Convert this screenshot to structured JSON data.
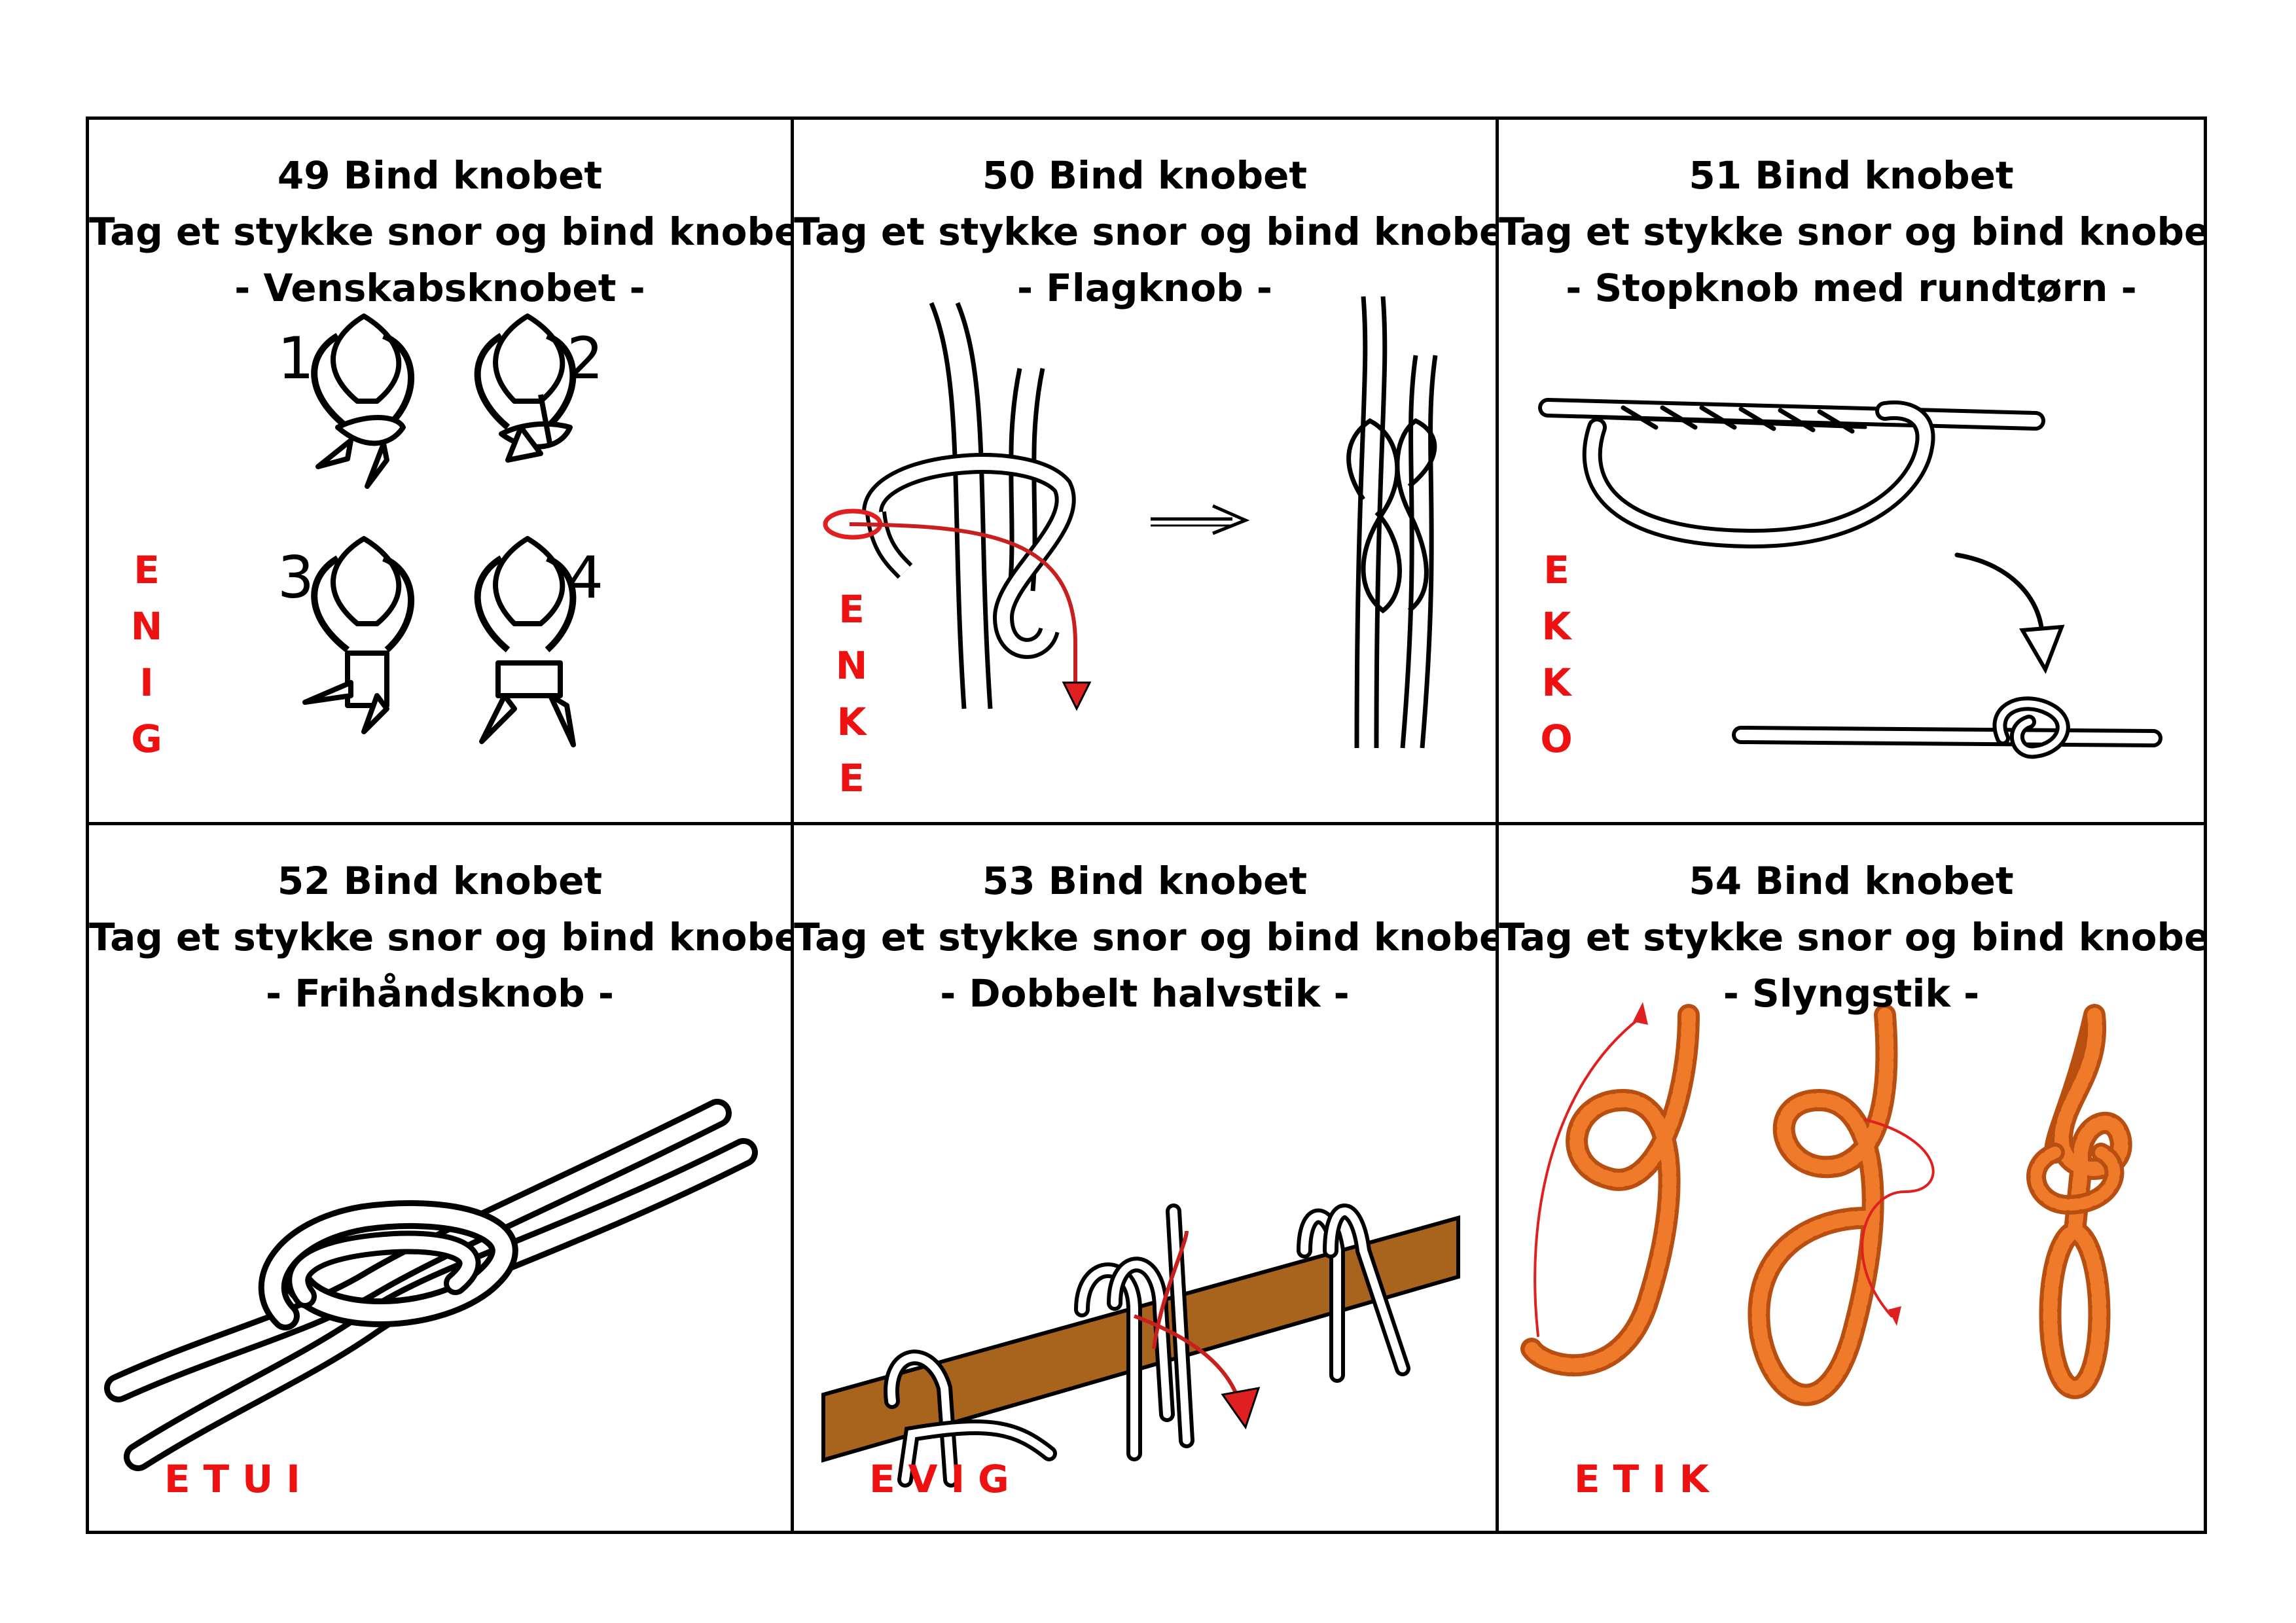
{
  "cards": [
    {
      "number": "49",
      "title": "Bind knobet",
      "instruction": "Tag et stykke snor og bind knobet!",
      "knot": "- Venskabsknobet -",
      "word": "ENIG",
      "word_letters": [
        "E",
        "N",
        "I",
        "G"
      ],
      "steps": [
        "1",
        "2",
        "3",
        "4"
      ],
      "rope_color": "#ffffff",
      "icon": "friendship-knot-steps-icon"
    },
    {
      "number": "50",
      "title": "Bind knobet",
      "instruction": "Tag et stykke snor og bind knobet!",
      "knot": "- Flagknob -",
      "word": "ENKE",
      "word_letters": [
        "E",
        "N",
        "K",
        "E"
      ],
      "rope_color": "#ffffff",
      "accent_color": "#e02020",
      "icon": "sheet-bend-icon"
    },
    {
      "number": "51",
      "title": "Bind knobet",
      "instruction": "Tag et stykke snor og bind knobet!",
      "knot": "- Stopknob med rundtørn -",
      "word": "EKKO",
      "word_letters": [
        "E",
        "K",
        "K",
        "O"
      ],
      "rope_color": "#ffffff",
      "icon": "stopper-knot-icon"
    },
    {
      "number": "52",
      "title": "Bind knobet",
      "instruction": "Tag et stykke snor og bind knobet!",
      "knot": "- Frihåndsknob -",
      "word": "ETUI",
      "rope_color": "#ffffff",
      "icon": "overhand-knot-icon"
    },
    {
      "number": "53",
      "title": "Bind knobet",
      "instruction": "Tag et stykke snor og bind knobet!",
      "knot": "- Dobbelt halvstik -",
      "word": "EVIG",
      "rope_color": "#ffffff",
      "pole_color": "#a8641c",
      "icon": "clove-hitch-icon"
    },
    {
      "number": "54",
      "title": "Bind knobet",
      "instruction": "Tag et stykke snor og bind knobet!",
      "knot": "- Slyngstik -",
      "word": "ETIK",
      "rope_color": "#ee7a2a",
      "icon": "bowline-steps-icon"
    }
  ],
  "colors": {
    "border": "#000000",
    "letters": "#ee1111",
    "text": "#000000"
  }
}
